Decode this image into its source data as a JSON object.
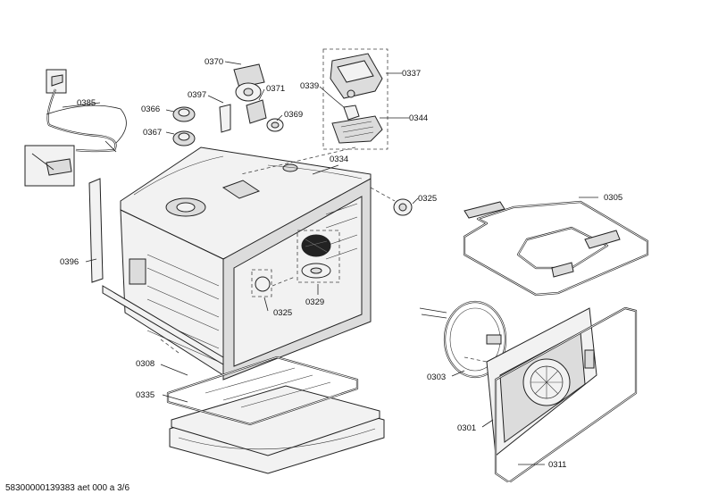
{
  "labels": {
    "p0370": "0370",
    "p0371": "0371",
    "p0397": "0397",
    "p0339": "0339",
    "p0337": "0337",
    "p0385": "0385",
    "p0366": "0366",
    "p0367": "0367",
    "p0369": "0369",
    "p0344": "0344",
    "p0334": "0334",
    "p0325a": "0325",
    "p0305": "0305",
    "p0396": "0396",
    "p0325b": "0325",
    "p0329": "0329",
    "p0308": "0308",
    "p0335": "0335",
    "p0303": "0303",
    "p0301": "0301",
    "p0311": "0311"
  },
  "footer": {
    "code": "58300000139383 aet 000 a 3/6"
  }
}
